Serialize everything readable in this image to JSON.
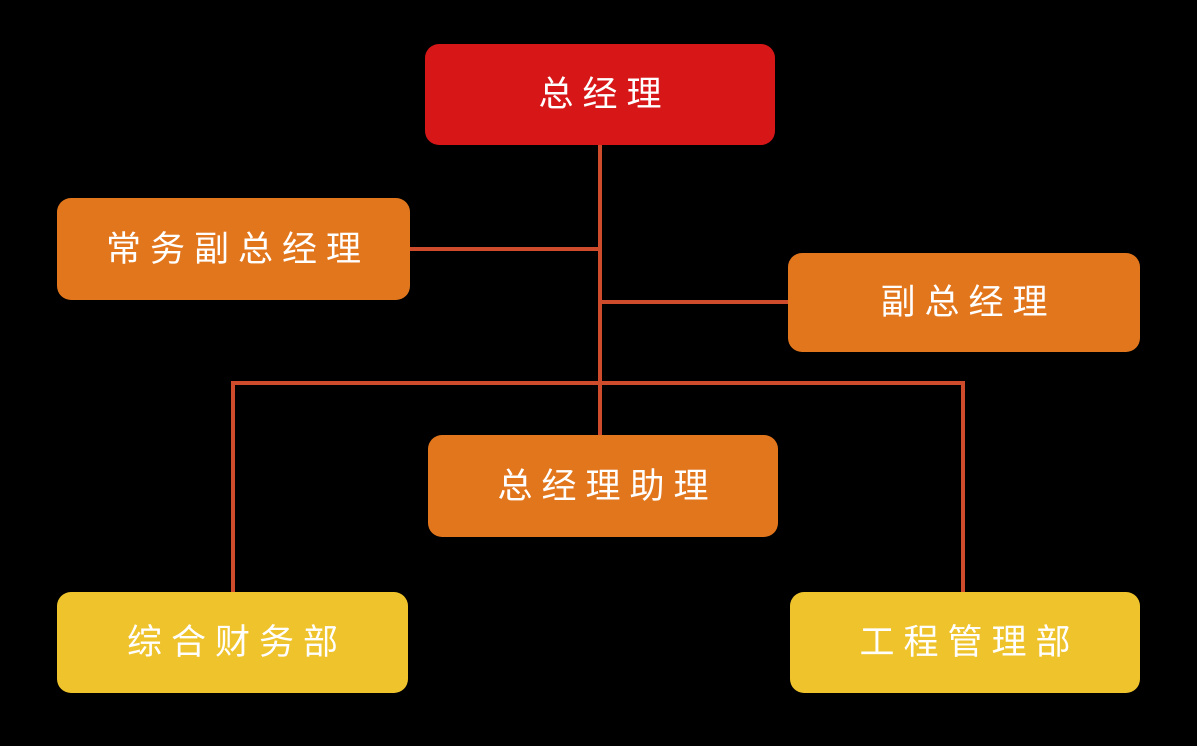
{
  "diagram": {
    "type": "org-chart",
    "background": "#000000",
    "connector_color": "#ce4b2b",
    "text_color": "#ffffff",
    "level_colors": {
      "level1": "#d71618",
      "level2": "#e2761c",
      "level3": "#efc32b"
    },
    "nodes": [
      {
        "id": "general-manager",
        "label": "总经理",
        "level": 1,
        "color": "#d71618"
      },
      {
        "id": "executive-deputy-general-manager",
        "label": "常务副总经理",
        "level": 2,
        "color": "#e2761c"
      },
      {
        "id": "deputy-general-manager",
        "label": "副总经理",
        "level": 2,
        "color": "#e2761c"
      },
      {
        "id": "general-manager-assistant",
        "label": "总经理助理",
        "level": 2,
        "color": "#e2761c"
      },
      {
        "id": "finance-department",
        "label": "综合财务部",
        "level": 3,
        "color": "#efc32b"
      },
      {
        "id": "engineering-department",
        "label": "工程管理部",
        "level": 3,
        "color": "#efc32b"
      }
    ],
    "edges": [
      {
        "from": "general-manager",
        "to": "executive-deputy-general-manager"
      },
      {
        "from": "general-manager",
        "to": "deputy-general-manager"
      },
      {
        "from": "general-manager",
        "to": "general-manager-assistant"
      },
      {
        "from": "general-manager",
        "to": "finance-department"
      },
      {
        "from": "general-manager",
        "to": "engineering-department"
      }
    ]
  }
}
